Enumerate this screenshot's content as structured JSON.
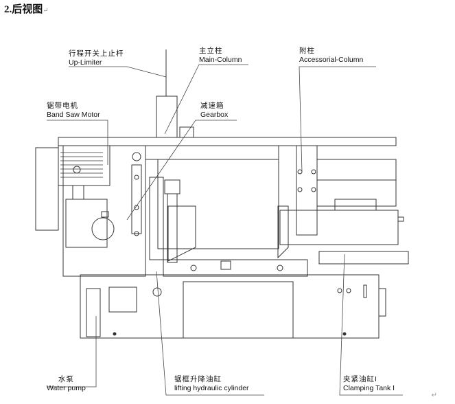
{
  "title": "2.后视图",
  "paragraph_mark": "↵",
  "labels": {
    "up_limiter": {
      "zh": "行程开关上止杆",
      "en": "Up-Limiter"
    },
    "main_column": {
      "zh": "主立柱",
      "en": "Main-Column"
    },
    "accessorial_column": {
      "zh": "附柱",
      "en": "Accessorial-Column"
    },
    "band_saw_motor": {
      "zh": "锯带电机",
      "en": "Band Saw Motor"
    },
    "gearbox": {
      "zh": "减速箱",
      "en": "Gearbox"
    },
    "water_pump": {
      "zh": "水泵",
      "en": "Water pump"
    },
    "lifting_cylinder": {
      "zh": "锯框升降油缸",
      "en": "lifting hydraulic cylinder"
    },
    "clamping_tank": {
      "zh": "夹紧油缸I",
      "en": "Clamping Tank I"
    }
  }
}
